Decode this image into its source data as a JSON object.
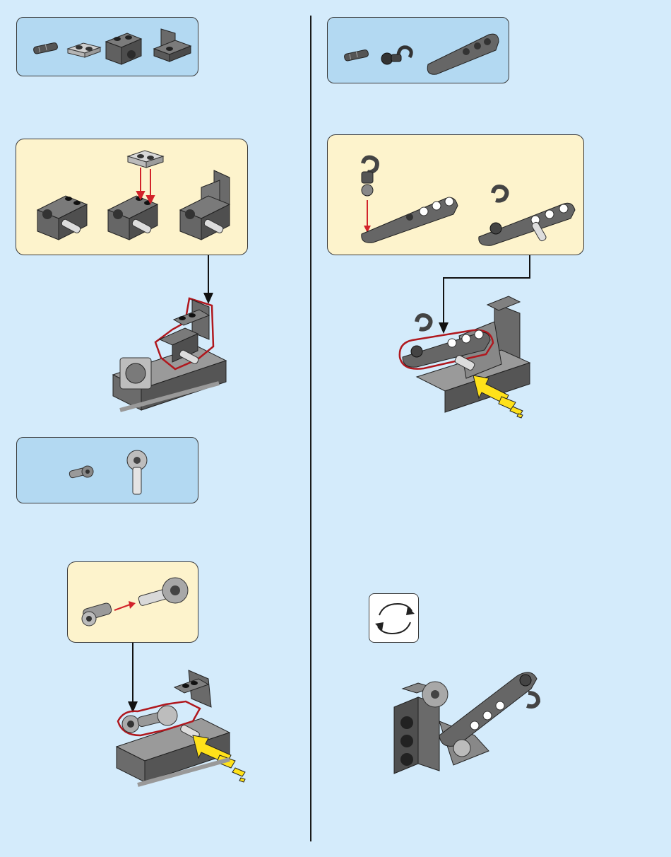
{
  "page": {
    "background": "#d4ebfb",
    "parts_box_color": "#b3d9f2",
    "subassembly_box_color": "#fdf3cc",
    "highlight_outline_color": "#b0181e",
    "insert_arrow_color": "#ffe11a",
    "guide_arrow_color": "#d2232a"
  },
  "left_column": {
    "step_a": {
      "parts": [
        "pin-connector-part",
        "light-gray-plate-part",
        "dark-bracket-part",
        "dark-bracket-part"
      ],
      "subassembly_frames": 3
    },
    "step_b": {
      "parts": [
        "axle-connector-part",
        "gear-axle-part"
      ]
    }
  },
  "right_column": {
    "step_c": {
      "parts": [
        "pin-connector-part",
        "ball-hook-part",
        "liftarm-part"
      ],
      "subassembly_frames": 2
    },
    "rotate_icon": "rotate-model-icon"
  }
}
